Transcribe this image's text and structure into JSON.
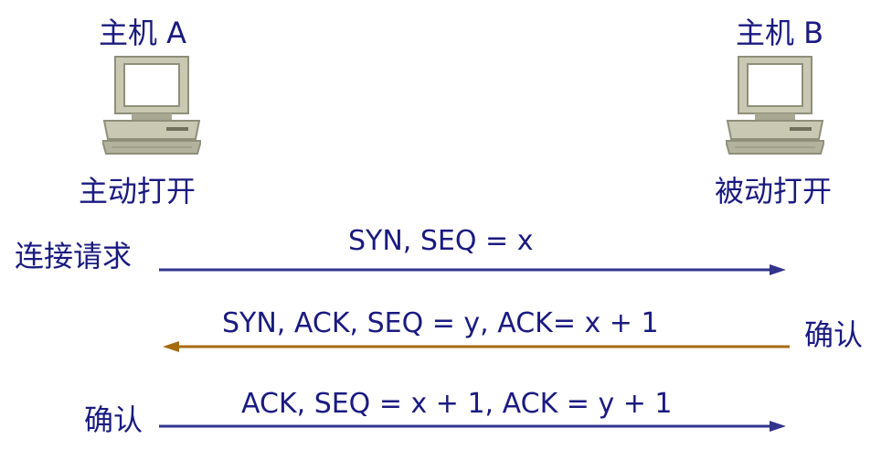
{
  "hosts": {
    "a": {
      "title": "主机 A",
      "role": "主动打开",
      "icon": "desktop-computer-icon"
    },
    "b": {
      "title": "主机 B",
      "role": "被动打开",
      "icon": "desktop-computer-icon"
    }
  },
  "steps": [
    {
      "message": "SYN, SEQ = x",
      "left_label": "连接请求",
      "direction": "A to B",
      "color": "#33338f"
    },
    {
      "message": "SYN, ACK, SEQ = y, ACK= x + 1",
      "right_label": "确认",
      "direction": "B to A",
      "color": "#a86a10"
    },
    {
      "message": "ACK, SEQ = x + 1, ACK = y + 1",
      "left_label": "确认",
      "direction": "A to B",
      "color": "#33338f"
    }
  ],
  "colors": {
    "text": "#1a1a80",
    "monitor_body": "#bfbfaa",
    "monitor_shadow": "#8f8f7a",
    "screen": "#ffffff"
  }
}
